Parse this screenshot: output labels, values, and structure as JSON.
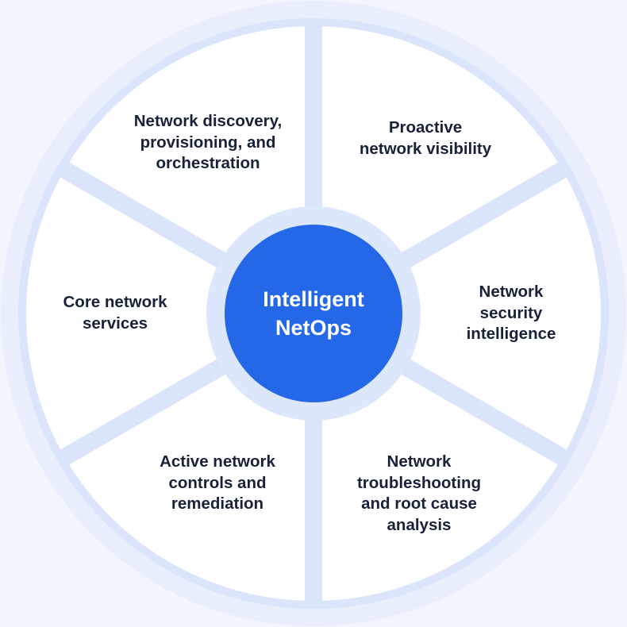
{
  "hub": {
    "label": "Intelligent\nNetOps"
  },
  "segments": [
    {
      "label": "Network discovery,\nprovisioning, and\norchestration"
    },
    {
      "label": "Proactive\nnetwork visibility"
    },
    {
      "label": "Network\nsecurity\nintelligence"
    },
    {
      "label": "Network\ntroubleshooting\nand root cause\nanalysis"
    },
    {
      "label": "Active network\ncontrols and\nremediation"
    },
    {
      "label": "Core network\nservices"
    }
  ],
  "colors": {
    "background": "#f2f5fd",
    "outer_glow": "#e8eefc",
    "divider": "#dae5fb",
    "segment_fill": "#ffffff",
    "hub_ring": "#dde7fb",
    "hub_fill": "#2468e7",
    "text": "#17213a",
    "hub_text": "#ffffff"
  }
}
